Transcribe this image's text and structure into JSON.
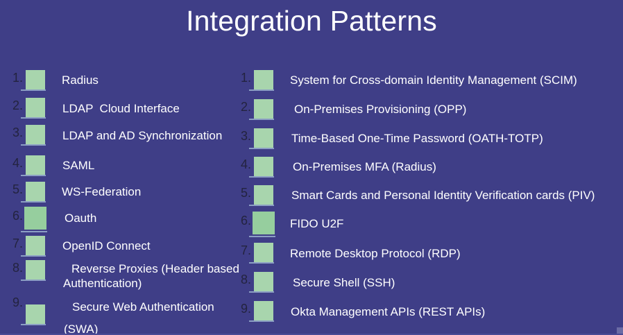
{
  "slide": {
    "title": "Integration Patterns",
    "background_color": "#3f3e87",
    "title_color": "#ffffff",
    "marker_square_color": "#a8d5ad",
    "marker_number_color": "#23233f",
    "label_color": "#ffffff"
  },
  "left_column": {
    "items": [
      {
        "number": "1.",
        "label": "Radius"
      },
      {
        "number": "2.",
        "label": "LDAP  Cloud Interface"
      },
      {
        "number": "3.",
        "label": "LDAP and AD Synchronization"
      },
      {
        "number": "4.",
        "label": "SAML"
      },
      {
        "number": "5.",
        "label": "WS-Federation"
      },
      {
        "number": "6.",
        "label": "Oauth"
      },
      {
        "number": "7.",
        "label": "OpenID Connect"
      },
      {
        "number": "8.",
        "label": "Reverse Proxies (Header based Authentication)"
      },
      {
        "number": "9.",
        "label": "Secure Web Authentication (SWA)"
      }
    ]
  },
  "right_column": {
    "items": [
      {
        "number": "1.",
        "label": "System for Cross-domain Identity Management (SCIM)"
      },
      {
        "number": "2.",
        "label": "On-Premises Provisioning (OPP)"
      },
      {
        "number": "3.",
        "label": "Time-Based One-Time Password (OATH-TOTP)"
      },
      {
        "number": "4.",
        "label": "On-Premises MFA (Radius)"
      },
      {
        "number": "5.",
        "label": "Smart Cards and Personal Identity Verification cards (PIV)"
      },
      {
        "number": "6.",
        "label": "FIDO U2F"
      },
      {
        "number": "7.",
        "label": "Remote Desktop Protocol (RDP)"
      },
      {
        "number": "8.",
        "label": "Secure Shell (SSH)"
      },
      {
        "number": "9.",
        "label": "Okta Management APIs (REST APIs)"
      }
    ]
  }
}
